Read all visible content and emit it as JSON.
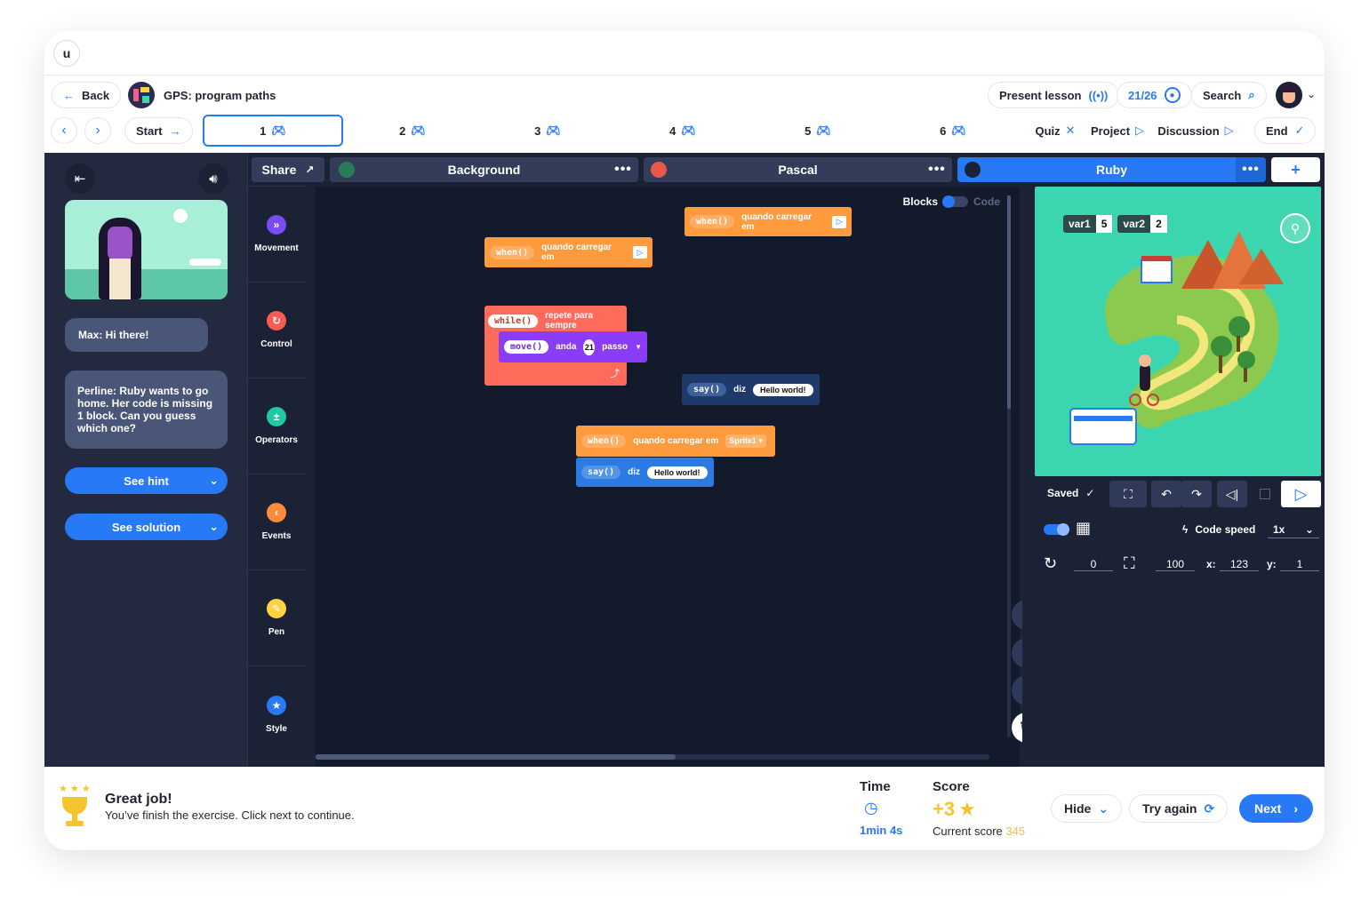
{
  "header": {
    "logo": "u",
    "back_label": "Back",
    "lesson_title": "GPS: program paths",
    "present_label": "Present lesson",
    "progress": "21/26",
    "search_label": "Search"
  },
  "nav": {
    "start_label": "Start",
    "steps": [
      "1",
      "2",
      "3",
      "4",
      "5",
      "6"
    ],
    "quiz_label": "Quiz",
    "project_label": "Project",
    "discussion_label": "Discussion",
    "end_label": "End"
  },
  "left_panel": {
    "chat_1": "Max: Hi there!",
    "chat_2": "Perline: Ruby wants to go home. Her code is missing 1 block. Can you guess which one?",
    "hint_label": "See hint",
    "solution_label": "See solution"
  },
  "categories": [
    "Movement",
    "Control",
    "Operators",
    "Events",
    "Pen",
    "Style"
  ],
  "category_colors": [
    "#7b4bf4",
    "#ff5a52",
    "#1fcaa1",
    "#ff8a3a",
    "#ffd23f",
    "#2779f5"
  ],
  "tabs": {
    "share_label": "Share",
    "background_label": "Background",
    "pascal_label": "Pascal",
    "ruby_label": "Ruby",
    "add_label": "+",
    "more_label": "•••"
  },
  "workspace": {
    "blocks_label": "Blocks",
    "code_label": "Code",
    "block_when_tag": "when()",
    "block_when_text": "quando carregar em",
    "block_while_tag": "while()",
    "block_while_text": "repete para sempre",
    "block_move_tag": "move()",
    "block_move_text": "anda",
    "block_move_value": "21",
    "block_move_unit": "passo",
    "block_say_tag": "say()",
    "block_say_text": "diz",
    "block_say_value": "Hello world!",
    "block_sprite_value": "Sprite1"
  },
  "stage": {
    "var1_label": "var1",
    "var1_value": "5",
    "var2_label": "var2",
    "var2_value": "2"
  },
  "controls": {
    "saved_label": "Saved",
    "code_speed_label": "Code speed",
    "speed_value": "1x",
    "rotation_value": "0",
    "size_value": "100",
    "x_label": "x:",
    "x_value": "123",
    "y_label": "y:",
    "y_value": "1"
  },
  "footer": {
    "title": "Great job!",
    "subtitle": "You’ve finish the exercise. Click next to continue.",
    "time_label": "Time",
    "time_value": "1min 4s",
    "score_label": "Score",
    "score_value": "+3",
    "current_score_label": "Current score",
    "current_score_value": "345",
    "hide_label": "Hide",
    "try_again_label": "Try again",
    "next_label": "Next"
  },
  "colors": {
    "accent": "#2779f5",
    "event_block": "#ff9a3d",
    "control_block": "#ff6b5b",
    "movement_block": "#8a3cf6",
    "looks_block": "#2b7be3",
    "score": "#f5c42e"
  }
}
